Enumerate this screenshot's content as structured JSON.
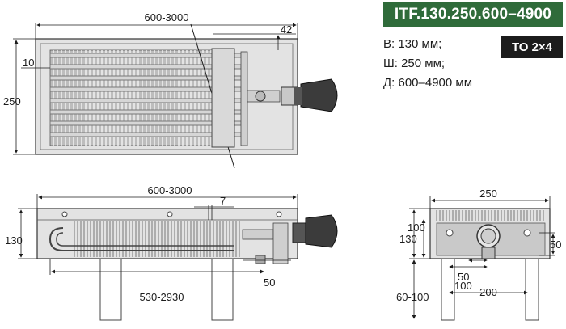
{
  "model_code": "ITF.130.250.600–4900",
  "type_tag": "ТО 2×4",
  "specs": {
    "height": "В: 130 мм;",
    "width": "Ш: 250 мм;",
    "length": "Д: 600–4900 мм"
  },
  "top_view": {
    "length_dim": "600-3000",
    "pipe_offset": "42",
    "edge_gap": "10",
    "width_dim": "250"
  },
  "side_view": {
    "length_dim": "600-3000",
    "grille_gap": "7",
    "height_dim": "130",
    "leg_span": "530-2930",
    "valve_offset": "50"
  },
  "end_view": {
    "width_dim": "250",
    "height_dim": "130",
    "inner_height": "100",
    "leg_height": "60-100",
    "connection_right": "50",
    "connection_offset_a": "50",
    "connection_offset_b": "100",
    "connection_span": "200"
  }
}
